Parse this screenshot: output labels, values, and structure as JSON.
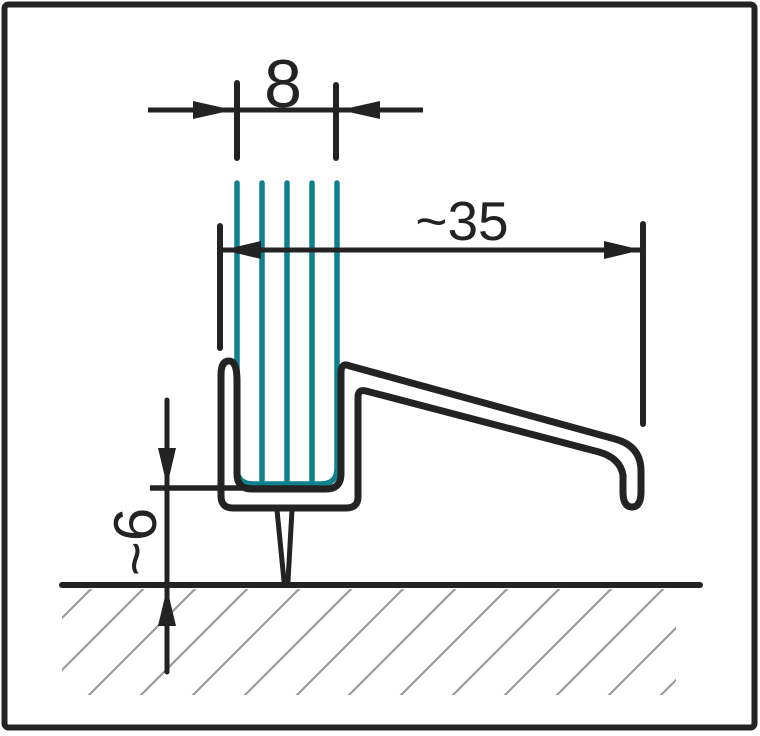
{
  "diagram": {
    "type": "technical-drawing",
    "subject": "brush-seal-profile-cross-section",
    "colors": {
      "line": "#232323",
      "brush": "#0f818d",
      "hatch": "#9b9b9b",
      "background": "#ffffff"
    },
    "dimensions": {
      "brush_width": {
        "label": "8"
      },
      "profile_depth": {
        "label": "~35"
      },
      "floor_gap": {
        "label": "~6"
      }
    }
  }
}
